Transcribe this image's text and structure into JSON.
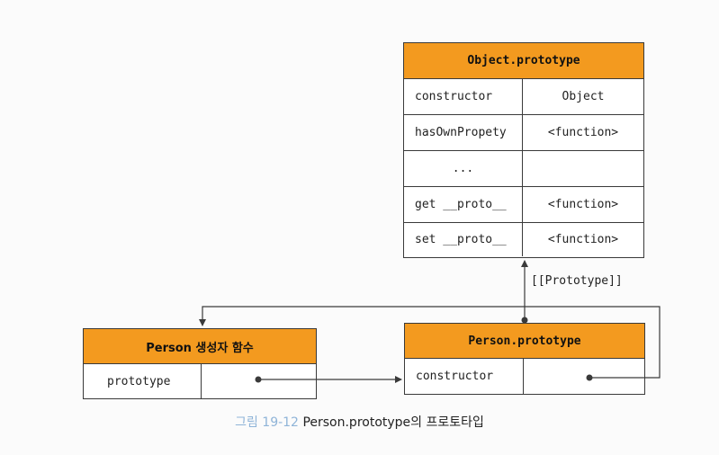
{
  "object_prototype": {
    "title": "Object.prototype",
    "rows": [
      {
        "key": "constructor",
        "value": "Object"
      },
      {
        "key": "hasOwnPropety",
        "value": "<function>"
      },
      {
        "key": "...",
        "value": ""
      },
      {
        "key": "get __proto__",
        "value": "<function>"
      },
      {
        "key": "set __proto__",
        "value": "<function>"
      }
    ]
  },
  "person_constructor": {
    "title": "Person 생성자 함수",
    "rows": [
      {
        "key": "prototype",
        "value": ""
      }
    ]
  },
  "person_prototype": {
    "title": "Person.prototype",
    "rows": [
      {
        "key": "constructor",
        "value": ""
      }
    ]
  },
  "link_label": "[[Prototype]]",
  "caption": {
    "number": "그림 19-12",
    "text": "Person.prototype의 프로토타입"
  },
  "colors": {
    "header": "#f39a1f",
    "caption_number": "#8fb4d8",
    "border": "#3a3a3a"
  }
}
